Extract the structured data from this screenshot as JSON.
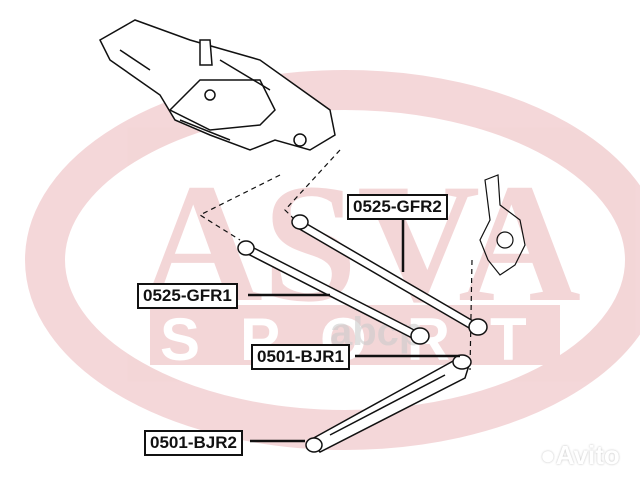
{
  "watermark": {
    "brand": "ASVA SPORT",
    "site": "abcp",
    "marketplace": "Avito",
    "color": "#c0202a"
  },
  "labels": {
    "gfr2": "0525-GFR2",
    "gfr1": "0525-GFR1",
    "bjr1": "0501-BJR1",
    "bjr2": "0501-BJR2"
  }
}
